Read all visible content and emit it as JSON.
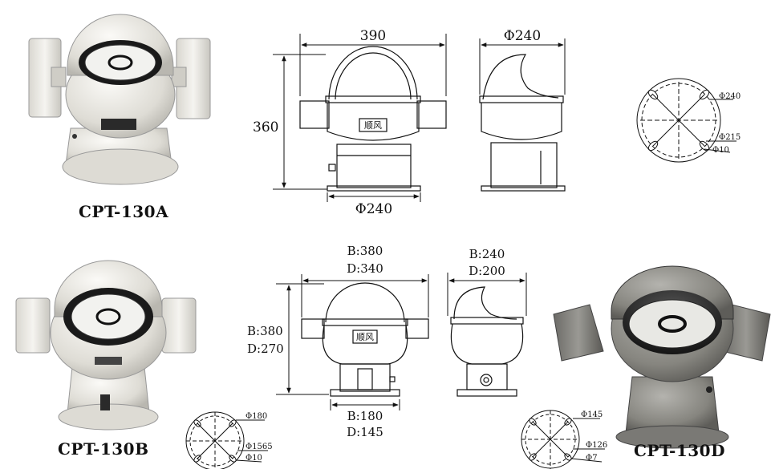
{
  "models": {
    "a": "CPT-130A",
    "b": "CPT-130B",
    "d": "CPT-130D"
  },
  "brand_plate": "顺风",
  "row1": {
    "width": "390",
    "height": "360",
    "base": "Φ240",
    "side_width": "Φ240",
    "holes": {
      "outer": "Φ240",
      "pcd": "Φ215",
      "hole": "Φ10"
    }
  },
  "row2": {
    "width_b": "B:380",
    "width_d": "D:340",
    "height_b": "B:380",
    "height_d": "D:270",
    "base_b": "B:180",
    "base_d": "D:145",
    "side_b": "B:240",
    "side_d": "D:200",
    "holes_b": {
      "outer": "Φ180",
      "pcd": "Φ1565",
      "hole": "Φ10"
    },
    "holes_d": {
      "outer": "Φ145",
      "pcd": "Φ126",
      "hole": "Φ7"
    }
  },
  "colors": {
    "ink": "#111111",
    "body_light": "#e4e2dc",
    "body_grey": "#8a8a86",
    "dome": "#2a2a2a",
    "card": "#f2f2ef"
  }
}
